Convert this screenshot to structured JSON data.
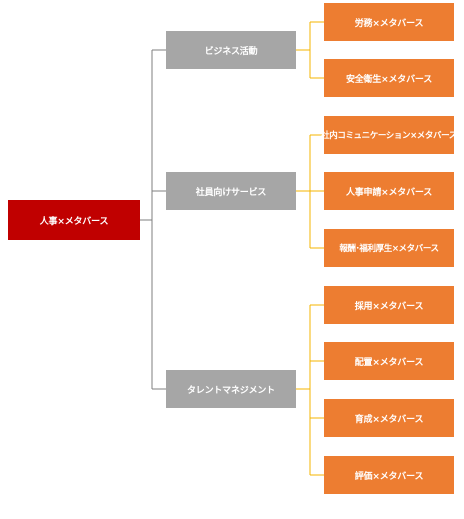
{
  "colors": {
    "root": "#c00000",
    "mid": "#a6a6a6",
    "leaf": "#ed7d31",
    "root_line": "#7f7f7f",
    "leaf_line": "#f4b400"
  },
  "tree": {
    "root": "人事×メタバース",
    "children": [
      {
        "label": "ビジネス活動",
        "children": [
          "労務×メタバース",
          "安全衛生×メタバース"
        ]
      },
      {
        "label": "社員向けサービス",
        "children": [
          "社内コミュニケーション×メタバース",
          "人事申請×メタバース",
          "報酬･福利厚生×メタバース"
        ]
      },
      {
        "label": "タレントマネジメント",
        "children": [
          "採用×メタバース",
          "配置×メタバース",
          "育成×メタバース",
          "評価×メタバース"
        ]
      }
    ]
  }
}
